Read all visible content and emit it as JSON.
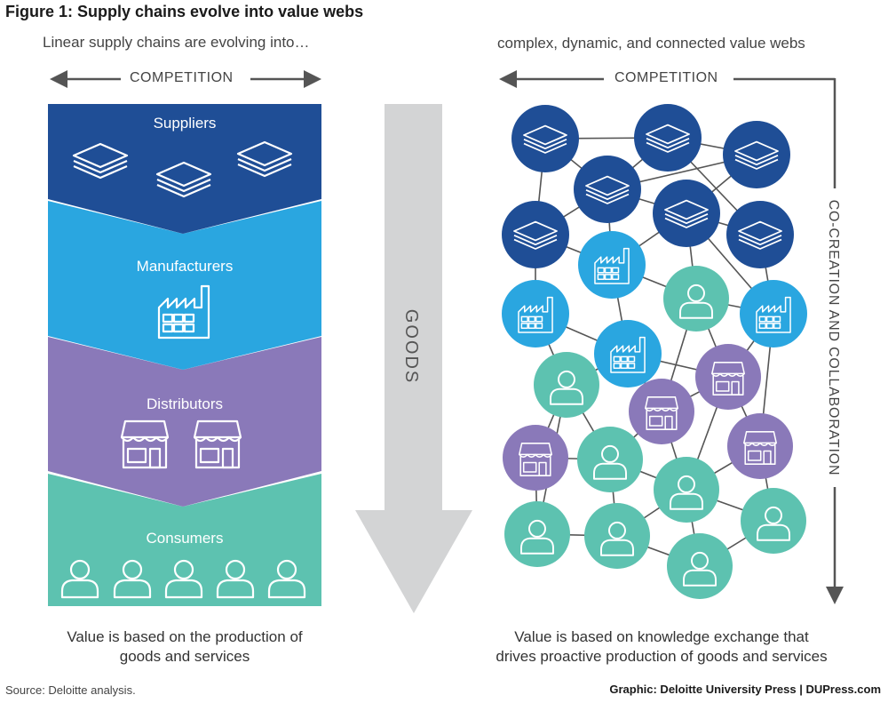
{
  "title": "Figure 1: Supply chains evolve into value webs",
  "left": {
    "subtitle": "Linear supply chains are evolving into…",
    "competition_label": "COMPETITION",
    "bands": [
      {
        "label": "Suppliers",
        "color": "#1f4e96"
      },
      {
        "label": "Manufacturers",
        "color": "#2aa6e0"
      },
      {
        "label": "Distributors",
        "color": "#8a79b9"
      },
      {
        "label": "Consumers",
        "color": "#5dc2b0"
      }
    ],
    "caption_line1": "Value is based on the production of",
    "caption_line2": "goods and services"
  },
  "center": {
    "goods_label": "GOODS",
    "arrow_color": "#d3d4d5"
  },
  "right": {
    "subtitle": "complex, dynamic, and connected value webs",
    "competition_label": "COMPETITION",
    "vertical_label": "CO-CREATION AND COLLABORATION",
    "caption_line1": "Value is based on knowledge exchange that",
    "caption_line2": "drives proactive production of goods and services"
  },
  "source": "Source: Deloitte analysis.",
  "credit": "Graphic: Deloitte University Press  |  DUPress.com",
  "icons": {
    "supplier": "layers-icon",
    "manufacturer": "factory-icon",
    "distributor": "storefront-icon",
    "consumer": "person-icon"
  }
}
